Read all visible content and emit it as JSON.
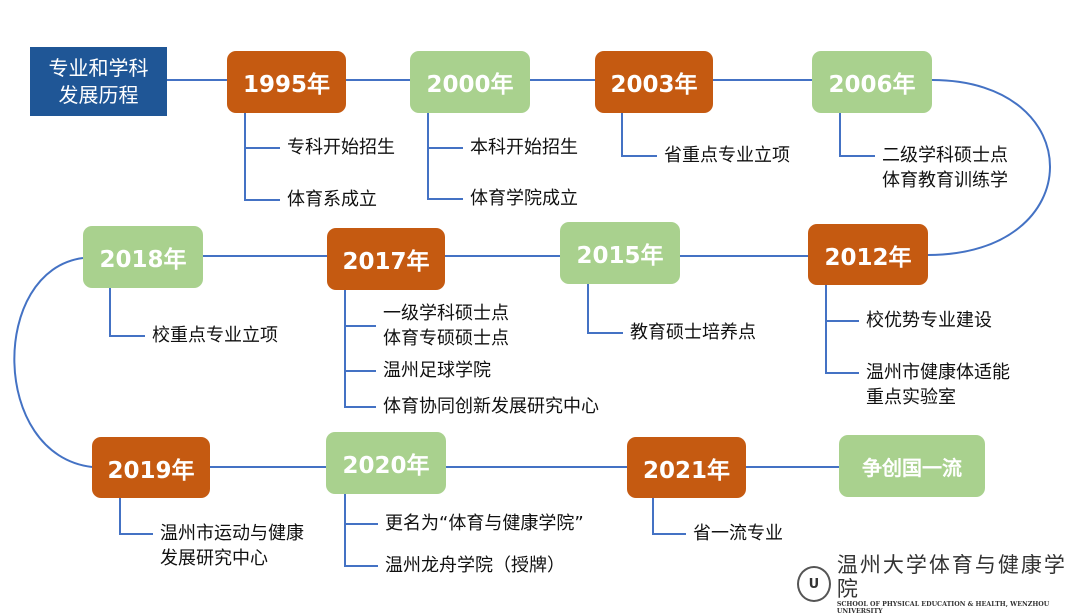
{
  "title": {
    "line1": "专业和学科",
    "line2": "发展历程"
  },
  "colors": {
    "title_bg": "#1f5696",
    "orange": "#c55a11",
    "green": "#a9d18e",
    "line": "#4472c4"
  },
  "nodes": [
    {
      "year": "1995年",
      "items": [
        "专科开始招生",
        "体育系成立"
      ]
    },
    {
      "year": "2000年",
      "items": [
        "本科开始招生",
        "体育学院成立"
      ]
    },
    {
      "year": "2003年",
      "items": [
        "省重点专业立项"
      ]
    },
    {
      "year": "2006年",
      "items": [
        "二级学科硕士点",
        "体育教育训练学"
      ]
    },
    {
      "year": "2012年",
      "items": [
        "校优势专业建设",
        "温州市健康体适能",
        "重点实验室"
      ]
    },
    {
      "year": "2015年",
      "items": [
        "教育硕士培养点"
      ]
    },
    {
      "year": "2017年",
      "items": [
        "一级学科硕士点",
        "体育专硕硕士点",
        "温州足球学院",
        "体育协同创新发展研究中心"
      ]
    },
    {
      "year": "2018年",
      "items": [
        "校重点专业立项"
      ]
    },
    {
      "year": "2019年",
      "items": [
        "温州市运动与健康",
        "发展研究中心"
      ]
    },
    {
      "year": "2020年",
      "items": [
        "更名为“体育与健康学院”",
        "温州龙舟学院（授牌）"
      ]
    },
    {
      "year": "2021年",
      "items": [
        "省一流专业"
      ]
    },
    {
      "year": "争创国一流",
      "items": []
    }
  ],
  "logo": {
    "cn": "温州大学体育与健康学院",
    "en": "SCHOOL OF PHYSICAL EDUCATION & HEALTH, WENZHOU UNIVERSITY",
    "seal": "U"
  }
}
